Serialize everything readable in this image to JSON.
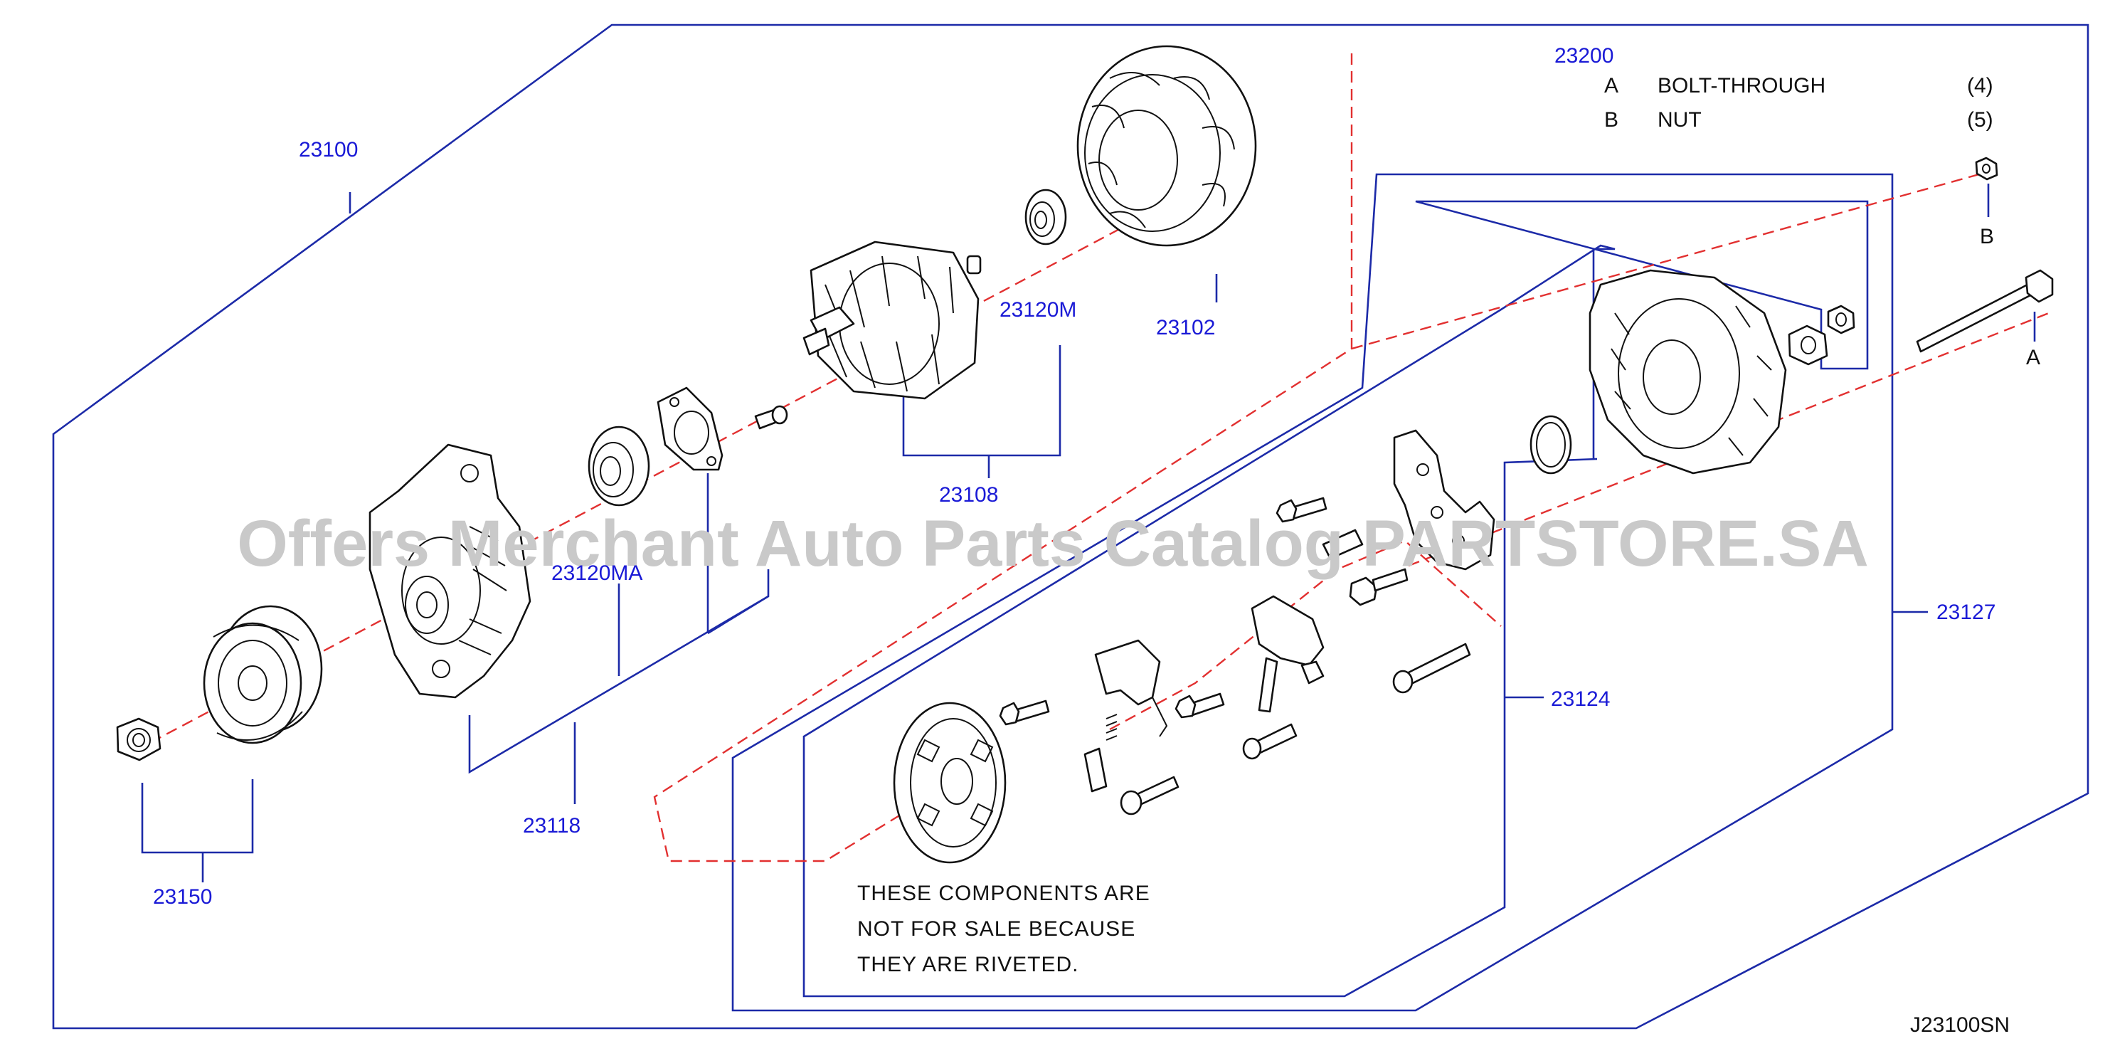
{
  "watermark": "Offers Merchant Auto Parts Catalog PARTSTORE.SA",
  "diagram_code": "J23100SN",
  "assembly": {
    "number": "23200",
    "items": [
      {
        "key": "A",
        "name": "BOLT-THROUGH",
        "qty": "(4)"
      },
      {
        "key": "B",
        "name": "NUT",
        "qty": "(5)"
      }
    ]
  },
  "labels": {
    "p23100": "23100",
    "p23102": "23102",
    "p23120m": "23120M",
    "p23108": "23108",
    "p23120ma": "23120MA",
    "p23118": "23118",
    "p23150": "23150",
    "p23127": "23127",
    "p23124": "23124",
    "callout_a": "A",
    "callout_b": "B"
  },
  "note": {
    "line1": "THESE  COMPONENTS  ARE",
    "line2": "NOT  FOR  SALE  BECAUSE",
    "line3": "THEY  ARE  RIVETED."
  },
  "colors": {
    "part_number": "#1a1ad6",
    "frame_line": "#1c2aa8",
    "axis_line": "#e23030",
    "watermark": "#c9c9c9"
  }
}
